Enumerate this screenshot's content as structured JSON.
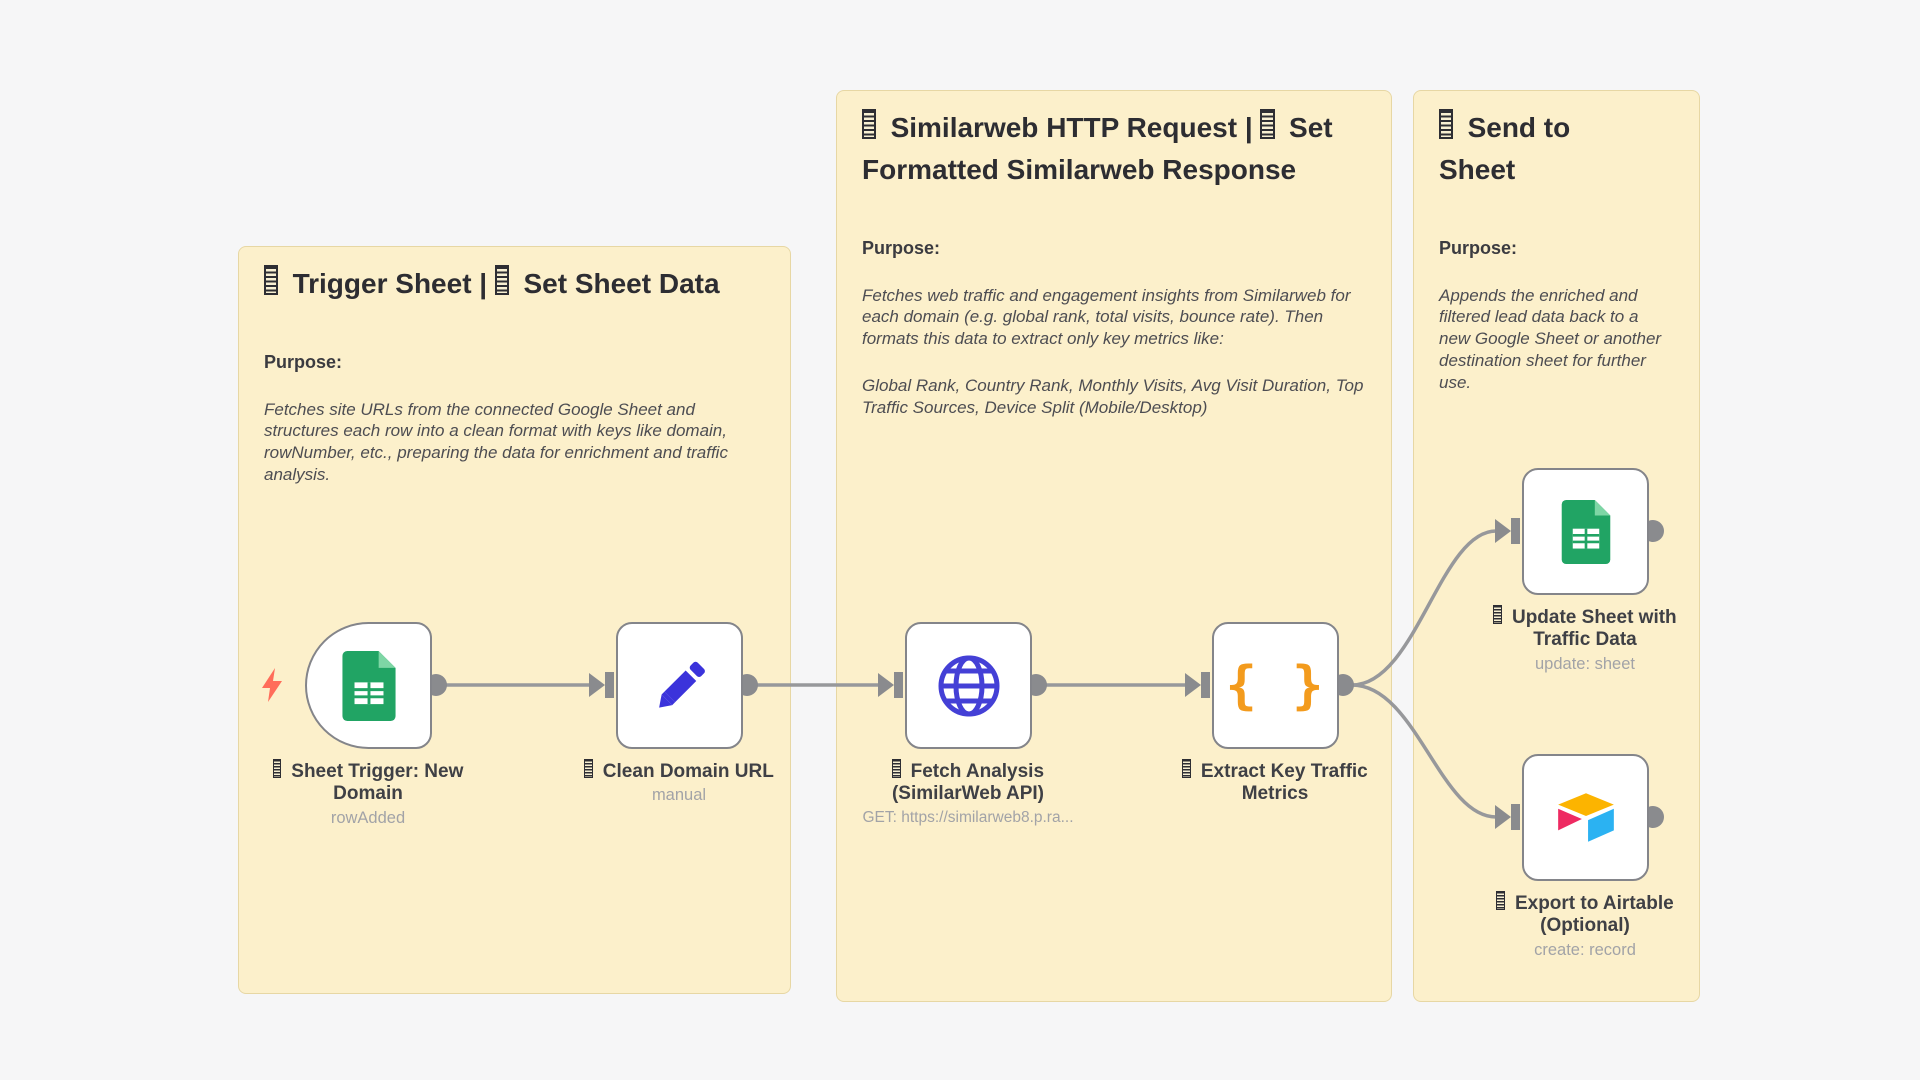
{
  "colors": {
    "canvas_bg": "#f6f6f7",
    "sticky_fill": "#fcf0cb",
    "sticky_border": "#e7d7a4",
    "wire_gray": "#97989b",
    "node_border": "#84858a",
    "bolt_coral": "#ff6d5a",
    "sheets_green": "#21a464",
    "pencil_blue": "#3b33db",
    "globe_blue": "#4440d6",
    "braces_orange": "#f39b1d",
    "airtable_yellow": "#fcb400",
    "airtable_pink": "#ee2a62",
    "airtable_cyan": "#2bb2f2"
  },
  "stickies": [
    {
      "title": "▯ Trigger Sheet | ▯ Set Sheet Data",
      "purpose_label": "Purpose:",
      "body": [
        "Fetches site URLs from the connected Google Sheet and structures each row into a clean format with keys like domain, rowNumber, etc., preparing the data for enrichment and traffic analysis."
      ]
    },
    {
      "title": "▯ Similarweb HTTP Request | ▯ Set Formatted Similarweb Response",
      "purpose_label": "Purpose:",
      "body": [
        "Fetches web traffic and engagement insights from Similarweb for each domain (e.g. global rank, total visits, bounce rate). Then formats this data to extract only key metrics like:",
        "Global Rank, Country Rank, Monthly Visits, Avg Visit Duration, Top Traffic Sources, Device Split (Mobile/Desktop)"
      ]
    },
    {
      "title": "▯ Send to Sheet",
      "purpose_label": "Purpose:",
      "body": [
        "Appends the enriched and filtered lead data back to a new Google Sheet or another destination sheet for further use."
      ]
    }
  ],
  "nodes": [
    {
      "label": "▯ Sheet Trigger: New Domain",
      "subtitle": "rowAdded",
      "icon": "google-sheets-icon"
    },
    {
      "label": "▯ Clean Domain URL",
      "subtitle": "manual",
      "icon": "edit-pencil-icon"
    },
    {
      "label": "▯ Fetch Analysis (SimilarWeb API)",
      "subtitle": "GET: https://similarweb8.p.ra...",
      "icon": "globe-icon"
    },
    {
      "label": "▯ Extract Key Traffic Metrics",
      "subtitle": "",
      "icon": "json-braces-icon"
    },
    {
      "label": "▯ Update Sheet with Traffic Data",
      "subtitle": "update: sheet",
      "icon": "google-sheets-icon"
    },
    {
      "label": "▯ Export to Airtable (Optional)",
      "subtitle": "create: record",
      "icon": "airtable-icon"
    }
  ]
}
